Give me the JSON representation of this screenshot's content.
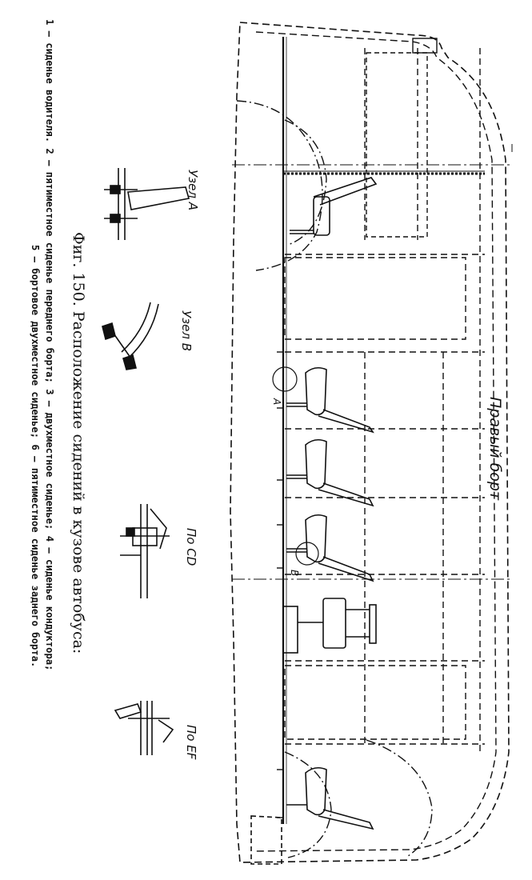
{
  "figure": {
    "caption_title": "Фиг. 150. Расположение сидений в кузове автобуса:",
    "legend_line_1": "1 — сиденье водителя. 2 — пятиместное сиденье переднего борта; 3 — двухместное сиденье; 4 — сиденье кондуктора;",
    "legend_line_2": "5 — бортовое двухместное сиденье; 6 — пятиместное сиденье заднего борта.",
    "side_label": "Правый борт",
    "marker_a": "А",
    "marker_b": "В",
    "details": {
      "node_a": "Узел А",
      "node_b": "Узел В",
      "section_cd": "По CD",
      "section_ef": "По EF"
    }
  }
}
